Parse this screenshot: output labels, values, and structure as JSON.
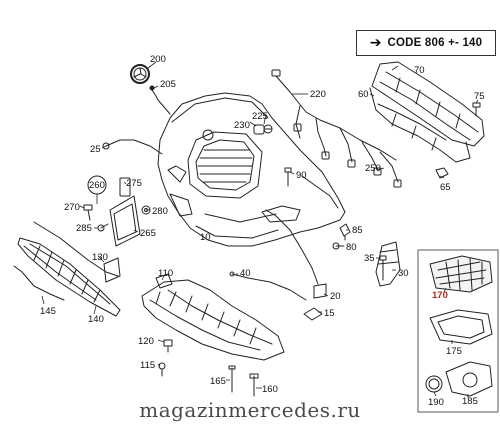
{
  "code_note": {
    "arrow_icon": "arrow-right-icon",
    "text": "CODE 806 +- 140"
  },
  "labels": {
    "l200": "200",
    "l205": "205",
    "l220": "220",
    "l225": "225",
    "l230": "230",
    "l70": "70",
    "l60": "60",
    "l75": "75",
    "l25": "25",
    "l250": "250",
    "l65": "65",
    "l90": "90",
    "l260": "260",
    "l275": "275",
    "l270": "270",
    "l280": "280",
    "l285": "285",
    "l265": "265",
    "l10": "10",
    "l85": "85",
    "l80": "80",
    "l35": "35",
    "l30": "30",
    "l130": "130",
    "l145": "145",
    "l140": "140",
    "l110": "110",
    "l40": "40",
    "l20": "20",
    "l15": "15",
    "l120": "120",
    "l115": "115",
    "l165": "165",
    "l160": "160",
    "l170": "170",
    "l175": "175",
    "l190": "190",
    "l185": "185"
  },
  "watermark": "magazinmercedes.ru"
}
